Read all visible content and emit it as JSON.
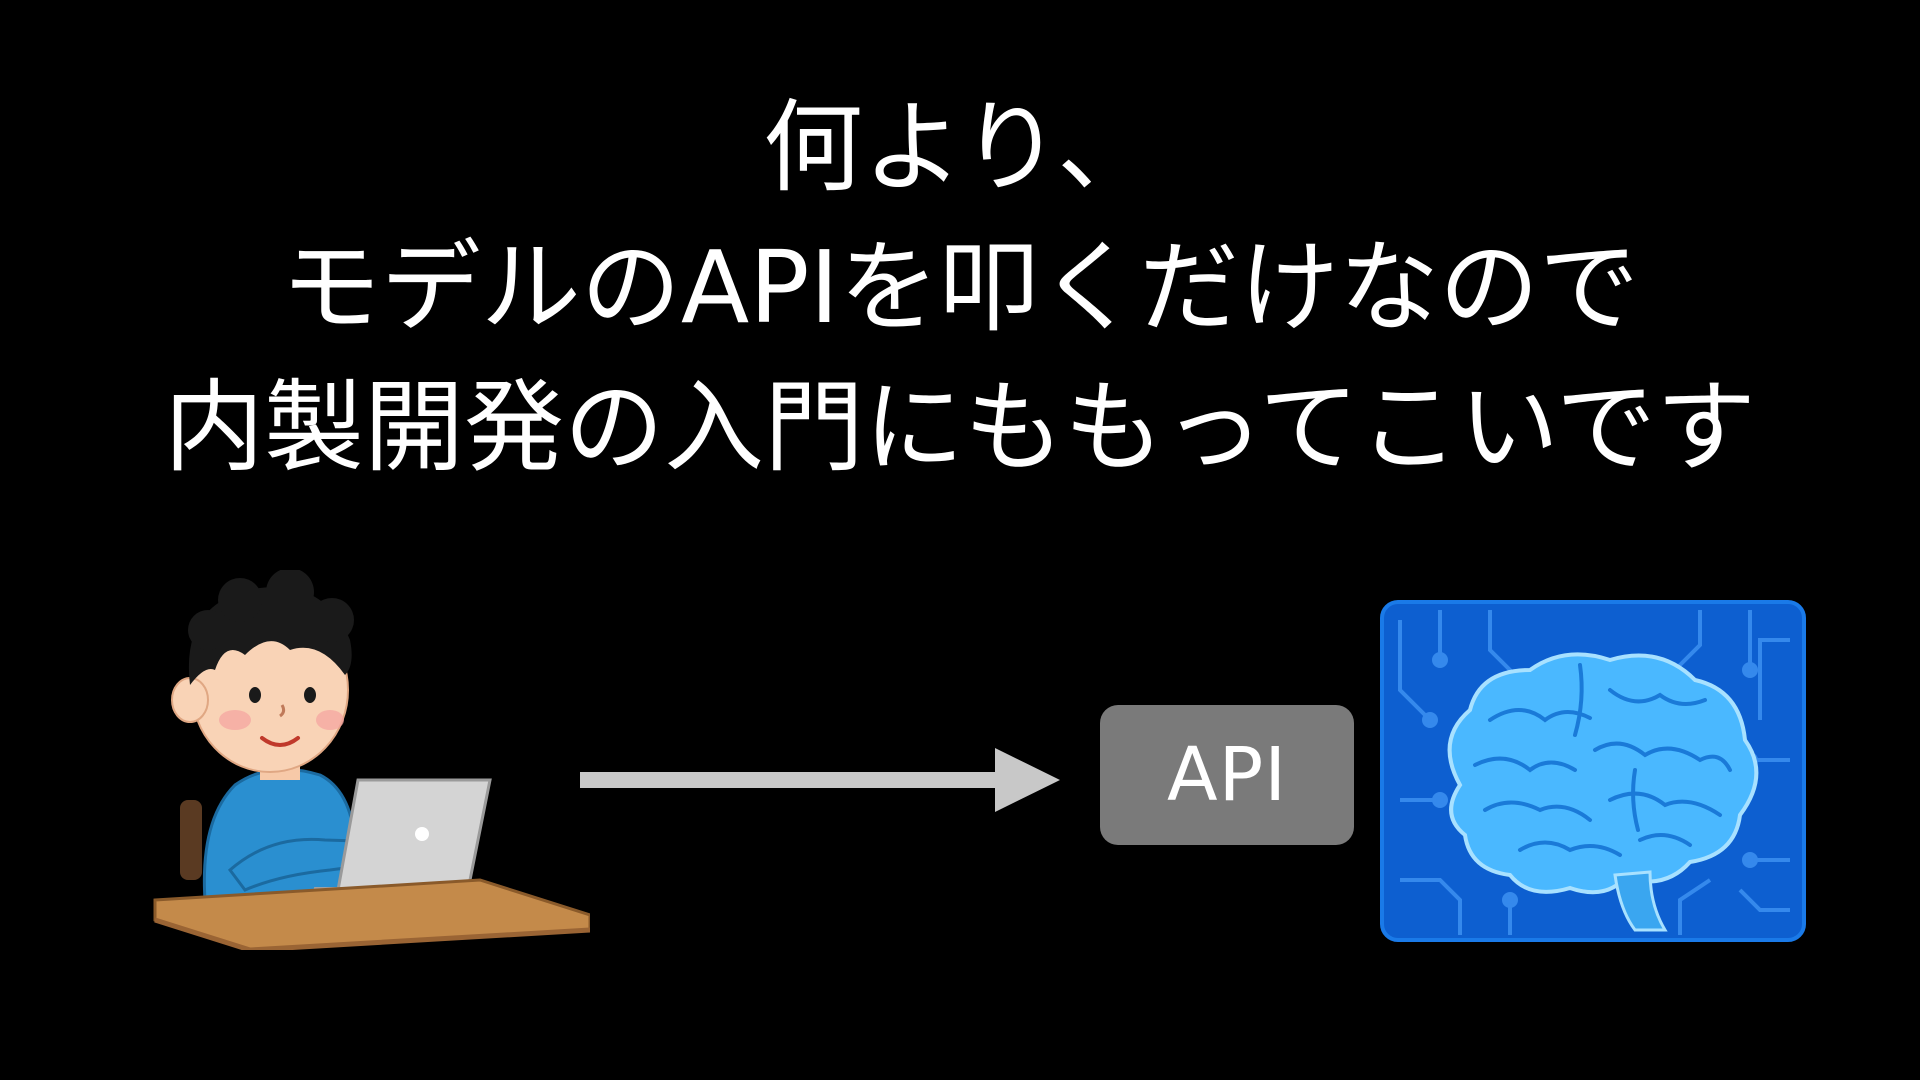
{
  "slide": {
    "title_lines": [
      "何より、",
      "モデルのAPIを叩くだけなので",
      "内製開発の入門にももってこいです"
    ]
  },
  "diagram": {
    "api_label": "API",
    "icons": {
      "developer": "person-with-laptop-icon",
      "arrow": "right-arrow-icon",
      "model": "ai-brain-circuit-icon"
    },
    "colors": {
      "background": "#000000",
      "title_text": "#ffffff",
      "arrow": "#c8c8c8",
      "api_box": "#7a7a7a",
      "brain_panel": "#0d5fd0",
      "brain": "#3fb4ff"
    }
  }
}
